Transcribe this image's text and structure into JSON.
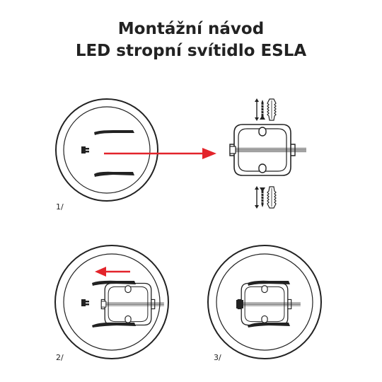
{
  "title": {
    "line1": "Montážní návod",
    "line2": "LED stropní svítidlo ESLA"
  },
  "steps": [
    {
      "label": "1/"
    },
    {
      "label": "2/"
    },
    {
      "label": "3/"
    }
  ],
  "colors": {
    "line": "#222222",
    "arrow": "#e3242b",
    "background": "#ffffff"
  },
  "icons": [
    "screw-icon",
    "wall-plug-icon",
    "up-down-arrow-icon"
  ]
}
